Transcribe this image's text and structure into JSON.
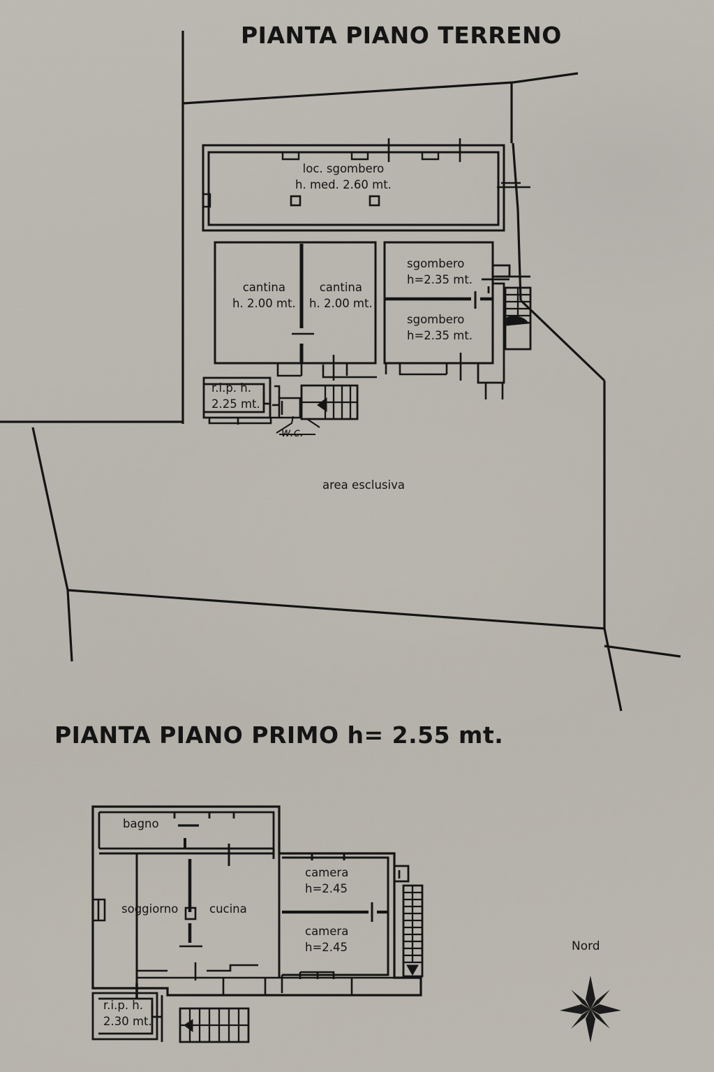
{
  "document": {
    "kind": "architectural-floor-plan",
    "paper_color": "#b9b6af",
    "ink_color": "#111111"
  },
  "ground_floor": {
    "title": "PIANTA PIANO TERRENO",
    "rooms": [
      {
        "id": "loc-sgombero",
        "name": "loc. sgombero",
        "height": "h. med. 2.60 mt."
      },
      {
        "id": "cantina-1",
        "name": "cantina",
        "height": "h. 2.00 mt."
      },
      {
        "id": "cantina-2",
        "name": "cantina",
        "height": "h. 2.00 mt."
      },
      {
        "id": "sgombero-1",
        "name": "sgombero",
        "height": "h=2.35 mt."
      },
      {
        "id": "sgombero-2",
        "name": "sgombero",
        "height": "h=2.35 mt."
      },
      {
        "id": "rip",
        "name": "r.i.p. h.",
        "height": "2.25 mt."
      },
      {
        "id": "wc",
        "name": "w.c.",
        "height": ""
      }
    ],
    "area_label": "area esclusiva"
  },
  "first_floor": {
    "title": "PIANTA PIANO PRIMO h= 2.55 mt.",
    "rooms": [
      {
        "id": "bagno",
        "name": "bagno",
        "height": ""
      },
      {
        "id": "soggiorno",
        "name": "soggiorno",
        "height": ""
      },
      {
        "id": "cucina",
        "name": "cucina",
        "height": ""
      },
      {
        "id": "camera-1",
        "name": "camera",
        "height": "h=2.45"
      },
      {
        "id": "camera-2",
        "name": "camera",
        "height": "h=2.45"
      },
      {
        "id": "rip",
        "name": "r.i.p. h.",
        "height": "2.30 mt."
      }
    ]
  },
  "compass": {
    "label": "Nord",
    "icon": "compass-rose-icon"
  }
}
